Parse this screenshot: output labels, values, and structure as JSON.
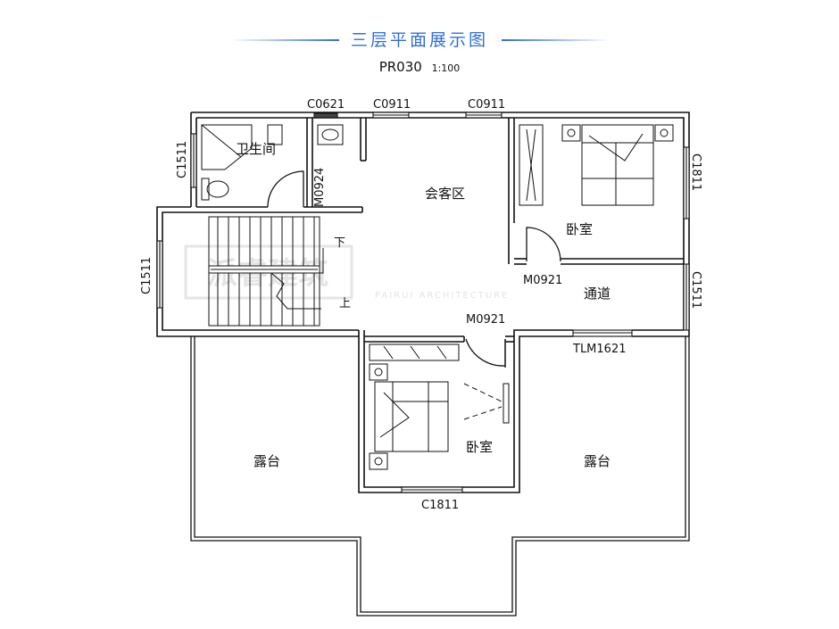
{
  "title": "三层平面展示图",
  "plan_code": "PR030",
  "scale": "1:100",
  "watermark": {
    "brand": "派睿建筑",
    "brand_en": "PAIRUI ARCHITECTURE"
  },
  "rooms": {
    "bathroom": "卫生间",
    "lounge": "会客区",
    "bedroom_east": "卧室",
    "corridor": "通道",
    "bedroom_south": "卧室",
    "terrace_west": "露台",
    "terrace_east": "露台"
  },
  "stair": {
    "down": "下",
    "up": "上"
  },
  "openings": {
    "c0621": "C0621",
    "c0911_a": "C0911",
    "c0911_b": "C0911",
    "c1511_bath": "C1511",
    "m0924": "M0924",
    "c1811_east": "C1811",
    "c1511_stair": "C1511",
    "m0921_bed": "M0921",
    "c1511_corridor": "C1511",
    "m0921_south": "M0921",
    "tlm1621": "TLM1621",
    "c1811_south": "C1811"
  },
  "colors": {
    "accent": "#2f6fd6",
    "wall": "#111111",
    "watermark": "#cfcfcf"
  }
}
